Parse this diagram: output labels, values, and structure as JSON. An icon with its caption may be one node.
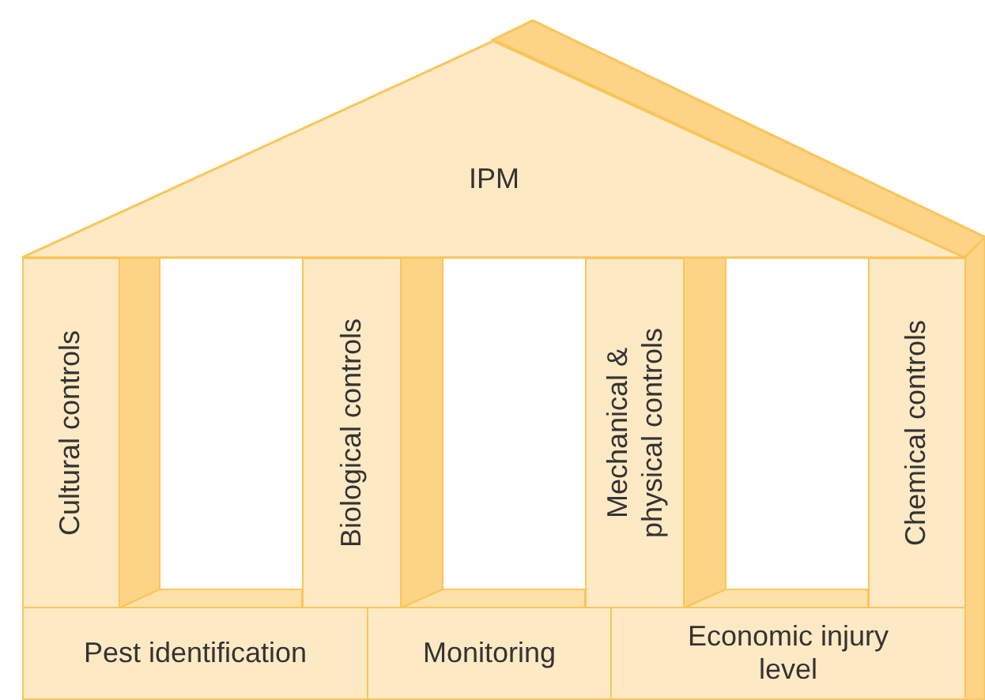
{
  "diagram": {
    "nodes": [
      {
        "text": [
          "IPM"
        ]
      },
      {
        "text": [
          "Cultural controls"
        ]
      },
      {
        "text": [
          "Biological controls"
        ]
      },
      {
        "text": [
          "Mechanical & physical controls"
        ]
      },
      {
        "text": [
          "Chemical controls"
        ]
      },
      {
        "text": [
          "Pest identification"
        ]
      },
      {
        "text": [
          "Monitoring"
        ]
      },
      {
        "text": [
          "Economic injury level"
        ]
      }
    ]
  }
}
